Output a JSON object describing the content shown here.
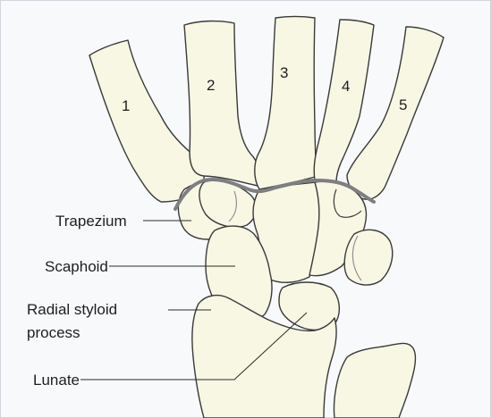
{
  "colors": {
    "bone_fill": "#f7f7e4",
    "outline": "#3a3a3a",
    "joint_line": "#7d7f81",
    "background": "#f7f9fb"
  },
  "metacarpals": {
    "m1": "1",
    "m2": "2",
    "m3": "3",
    "m4": "4",
    "m5": "5"
  },
  "labels": {
    "trapezium": "Trapezium",
    "scaphoid": "Scaphoid",
    "radial_styloid_line1": "Radial styloid",
    "radial_styloid_line2": "process",
    "lunate": "Lunate"
  }
}
